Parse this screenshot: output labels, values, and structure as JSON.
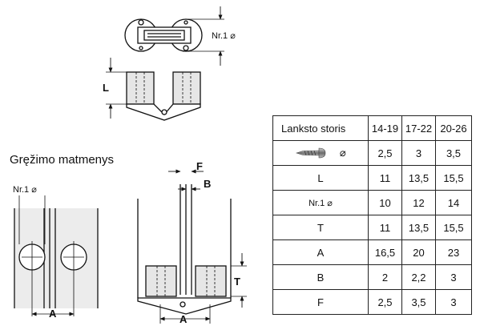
{
  "labels": {
    "top_nr1": "Nr.1 ⌀",
    "side_L": "L",
    "drilling_title": "Gręžimo matmenys",
    "drill_nr1": "Nr.1 ⌀",
    "drill_A_left": "A",
    "dim_F": "F",
    "dim_B": "B",
    "dim_T": "T",
    "drill_A_right": "A"
  },
  "table": {
    "header": [
      "Lanksto storis",
      "14-19",
      "17-22",
      "20-26"
    ],
    "rows": [
      {
        "label": "⌀",
        "icon": "screw-icon",
        "values": [
          "2,5",
          "3",
          "3,5"
        ]
      },
      {
        "label": "L",
        "values": [
          "11",
          "13,5",
          "15,5"
        ]
      },
      {
        "label": "Nr.1 ⌀",
        "values": [
          "10",
          "12",
          "14"
        ]
      },
      {
        "label": "T",
        "values": [
          "11",
          "13,5",
          "15,5"
        ]
      },
      {
        "label": "A",
        "values": [
          "16,5",
          "20",
          "23"
        ]
      },
      {
        "label": "B",
        "values": [
          "2",
          "2,2",
          "3"
        ]
      },
      {
        "label": "F",
        "values": [
          "2,5",
          "3,5",
          "3"
        ]
      }
    ]
  }
}
